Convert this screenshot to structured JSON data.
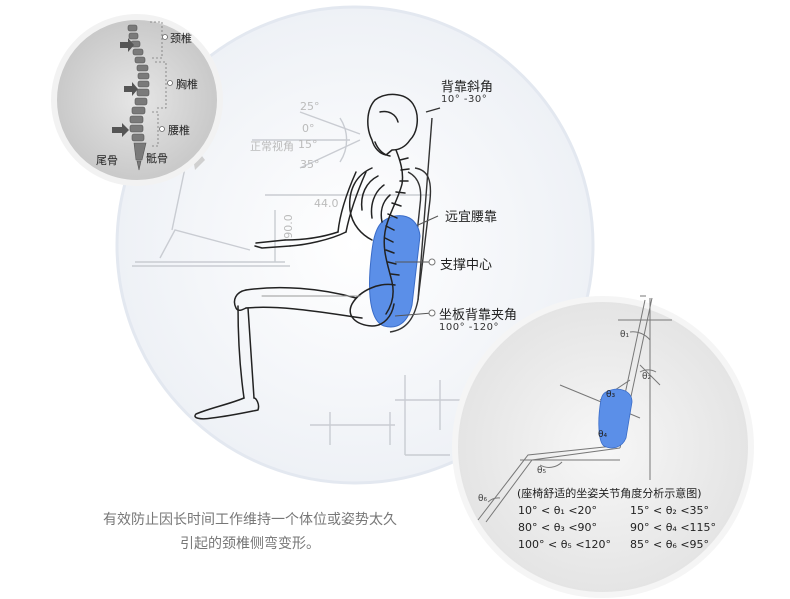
{
  "main_labels": {
    "back_angle_title": "背靠斜角",
    "back_angle_range": "10° -30°",
    "lumbar": "远宜腰靠",
    "support_center": "支撑中心",
    "seat_back_angle_title": "坐板背靠夹角",
    "seat_back_angle_range": "100° -120°"
  },
  "spine_labels": {
    "cervical": "颈椎",
    "thoracic": "胸椎",
    "lumbar": "腰椎",
    "coccyx": "尾骨",
    "sacrum": "骶骨"
  },
  "faint_labels": {
    "normal_view": "正常视角",
    "a25": "25°",
    "a0": "0°",
    "a15": "15°",
    "a35": "35°",
    "d44": "44.0",
    "d90": "90.0"
  },
  "inset_diagram": {
    "title": "(座椅舒适的坐姿关节角度分析示意图)",
    "ranges": [
      "10° < θ₁ <20°",
      "15° < θ₂ <35°",
      "80° < θ₃ <90°",
      "90° < θ₄ <115°",
      "100° < θ₅ <120°",
      "85° < θ₆ <95°"
    ],
    "angle_marks": [
      "θ₁",
      "θ₂",
      "θ₃",
      "θ₄",
      "θ₅",
      "θ₆"
    ]
  },
  "caption": {
    "line1": "有效防止因长时间工作维持一个体位或姿势太久",
    "line2": "引起的颈椎侧弯变形。"
  },
  "colors": {
    "cushion": "#5b8fe8",
    "outline": "#222222",
    "circle_bg": "#f3f4f6",
    "circle_border": "#e3e8f0"
  }
}
